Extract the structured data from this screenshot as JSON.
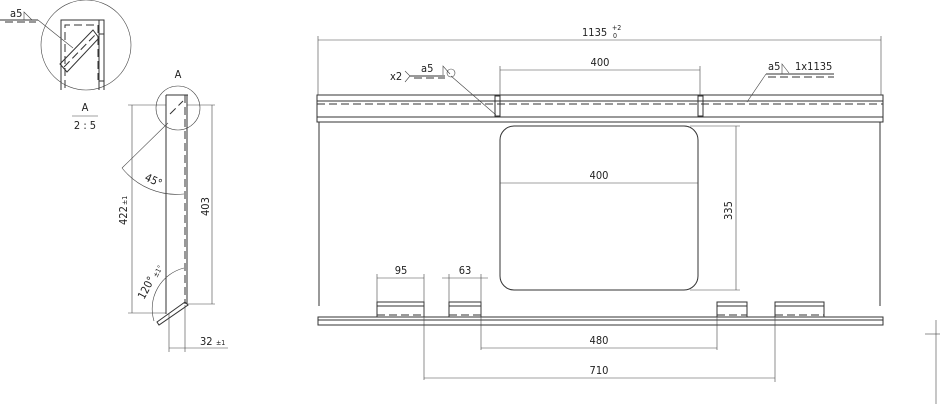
{
  "detail": {
    "label": "A",
    "scale": "2 : 5",
    "weld": "a5"
  },
  "side_view": {
    "detail_marker": "A",
    "height_total": "422",
    "height_total_tol": "±1",
    "height_inner": "403",
    "angle_top": "45°",
    "angle_bottom": "120°",
    "angle_bottom_tol": "±1°",
    "depth": "32",
    "depth_tol": "±1"
  },
  "front_view": {
    "overall_width": "1135",
    "overall_tol_upper": "+2",
    "overall_tol_lower": "0",
    "weld_left_count": "x2",
    "weld_left": "a5",
    "weld_right": "a5",
    "weld_right_length": "1x1135",
    "tab_spacing_top": "400",
    "cutout_width": "400",
    "cutout_height": "335",
    "tab_width_large": "95",
    "tab_width_small": "63",
    "inner_tab_spacing": "480",
    "outer_tab_spacing": "710"
  }
}
